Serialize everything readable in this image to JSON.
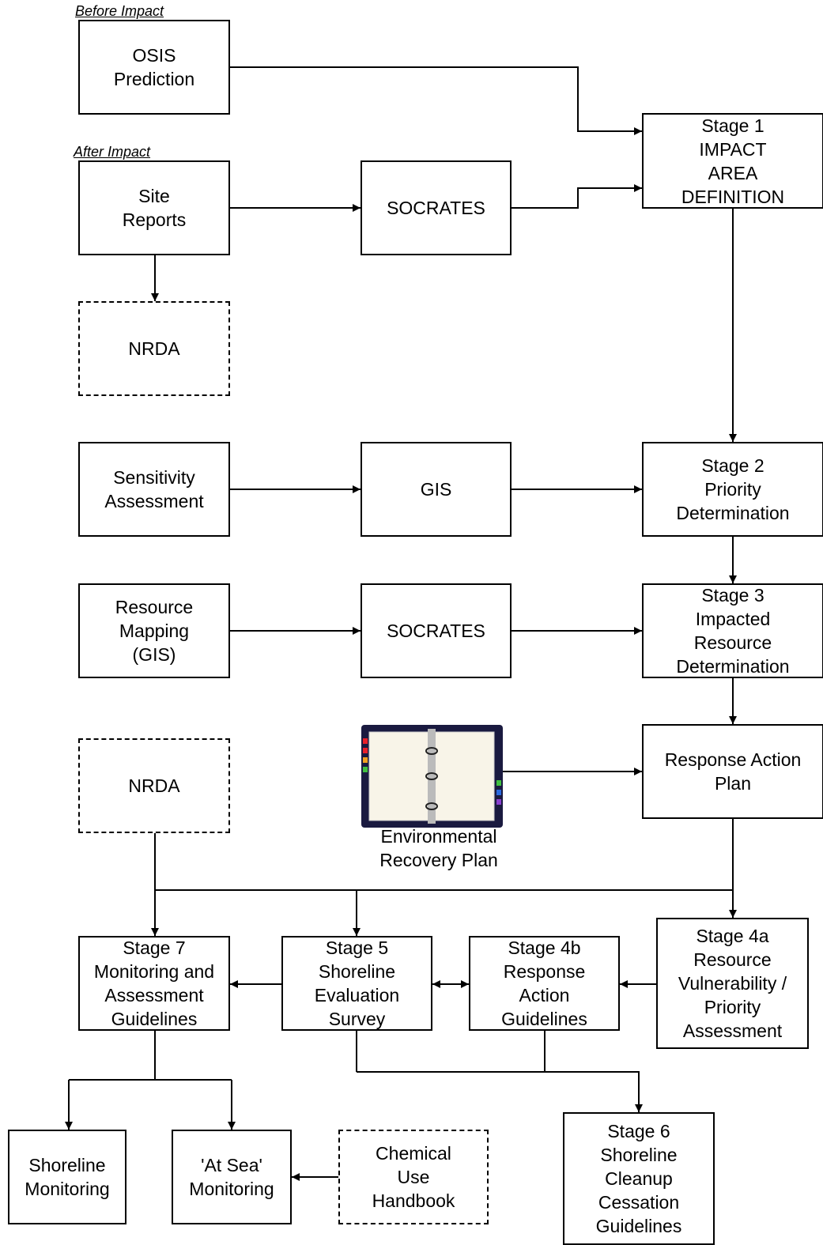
{
  "phases": {
    "before": "Before Impact",
    "after": "After Impact"
  },
  "boxes": {
    "osis": "OSIS\nPrediction",
    "stage1": "Stage 1\nIMPACT\nAREA\nDEFINITION",
    "site_reports": "Site\nReports",
    "socrates_top": "SOCRATES",
    "nrda_top": "NRDA",
    "sensitivity": "Sensitivity\nAssessment",
    "gis": "GIS",
    "stage2": "Stage 2\nPriority\nDetermination",
    "resource_mapping": "Resource\nMapping\n(GIS)",
    "socrates_mid": "SOCRATES",
    "stage3": "Stage 3\nImpacted\nResource\nDetermination",
    "nrda_bottom": "NRDA",
    "response_action_plan": "Response Action\nPlan",
    "stage7": "Stage 7\nMonitoring and\nAssessment\nGuidelines",
    "stage5": "Stage 5\nShoreline\nEvaluation\nSurvey",
    "stage4b": "Stage 4b\nResponse\nAction\nGuidelines",
    "stage4a": "Stage 4a\nResource\nVulnerability /\nPriority\nAssessment",
    "shoreline_monitoring": "Shoreline\nMonitoring",
    "at_sea_monitoring": "'At Sea'\nMonitoring",
    "chemical_use": "Chemical\nUse\nHandbook",
    "stage6": "Stage 6\nShoreline\nCleanup\nCessation\nGuidelines"
  },
  "binder_caption": "Environmental\nRecovery Plan",
  "colors": {
    "line": "#000000",
    "binder_cover": "#1a1a40",
    "tab_colors": [
      "#e8202a",
      "#e8202a",
      "#f0a020",
      "#40c040",
      "#40c040",
      "#2a6ae0",
      "#8a40d0"
    ]
  }
}
